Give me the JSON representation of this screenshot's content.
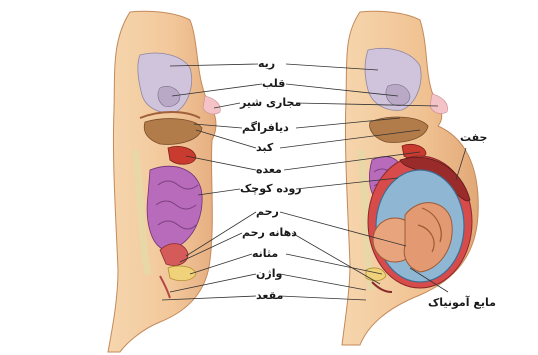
{
  "labels": {
    "lungs": "ریه",
    "heart": "قلب",
    "milk_ducts": "مجاری شیر",
    "diaphragm": "دیافراگم",
    "liver": "کبد",
    "stomach": "معده",
    "small_intestine": "روده کوچک",
    "uterus": "رحم",
    "cervix": "دهانه رحم",
    "bladder": "مثانه",
    "vagina": "واژن",
    "anus": "مقعد",
    "placenta": "جفت",
    "amniotic_fluid": "مایع آمونیاک"
  },
  "colors": {
    "skin": "#f2c79a",
    "skin_dark": "#e0a574",
    "lung": "#c9bfd6",
    "liver": "#b07a4a",
    "intestine": "#b569b8",
    "uterus_wall": "#d84b4b",
    "amniotic": "#7ea8c9",
    "fetus": "#e39a72",
    "leader_line": "#333333"
  }
}
